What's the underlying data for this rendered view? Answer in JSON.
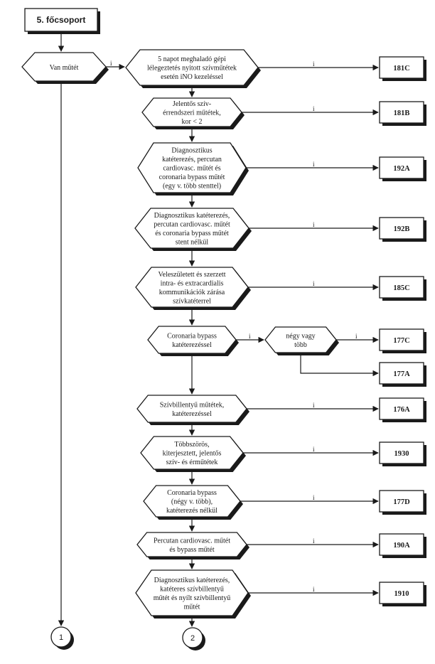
{
  "title": "5. főcsoport",
  "start": {
    "label": "Van műtét",
    "yes": "i"
  },
  "decisions": [
    {
      "lines": [
        "5 napot meghaladó gépi",
        "lélegeztetés nyitott szívműtétek",
        "esetén iNO kezeléssel"
      ],
      "yes": "i",
      "code": "181C"
    },
    {
      "lines": [
        "Jelentős szív-",
        "érrendszeri műtétek,",
        "kor <  2"
      ],
      "yes": "i",
      "code": "181B"
    },
    {
      "lines": [
        "Diagnosztikus",
        "katéterezés, percutan",
        "cardiovasc. műtét és",
        "coronaria bypass műtét",
        "(egy v. több stenttel)"
      ],
      "yes": "i",
      "code": "192A"
    },
    {
      "lines": [
        "Diagnosztikus katéterezés,",
        "percutan cardiovasc. műtét",
        "és coronaria bypass műtét",
        "stent nélkül"
      ],
      "yes": "i",
      "code": "192B"
    },
    {
      "lines": [
        "Veleszületett és szerzett",
        "intra- és extracardialis",
        "kommunikációk zárása",
        "szívkatéterrel"
      ],
      "yes": "i",
      "code": "185C"
    },
    {
      "lines": [
        "Coronaria bypass",
        "katéterezéssel"
      ],
      "yes": "i",
      "sub": {
        "lines": [
          "négy vagy",
          "több"
        ],
        "yes": "i",
        "code": "177C"
      },
      "alt_code": "177A"
    },
    {
      "lines": [
        "Szívbillentyű műtétek,",
        "katéterezéssel"
      ],
      "yes": "i",
      "code": "176A"
    },
    {
      "lines": [
        "Többszörös,",
        "kiterjesztett, jelentős",
        "szív- és érműtétek"
      ],
      "yes": "i",
      "code": "1930"
    },
    {
      "lines": [
        "Coronaria bypass",
        "(négy v. több),",
        "katéterezés nélkül"
      ],
      "yes": "i",
      "code": "177D"
    },
    {
      "lines": [
        "Percutan cardiovasc. műtét",
        "és  bypass műtét"
      ],
      "yes": "i",
      "code": "190A"
    },
    {
      "lines": [
        "Diagnosztikus katéterezés,",
        "katéteres szívbillentyű",
        "műtét és nyílt szívbillentyű",
        "műtét"
      ],
      "yes": "i",
      "code": "1910"
    }
  ],
  "connectors": [
    "1",
    "2"
  ]
}
